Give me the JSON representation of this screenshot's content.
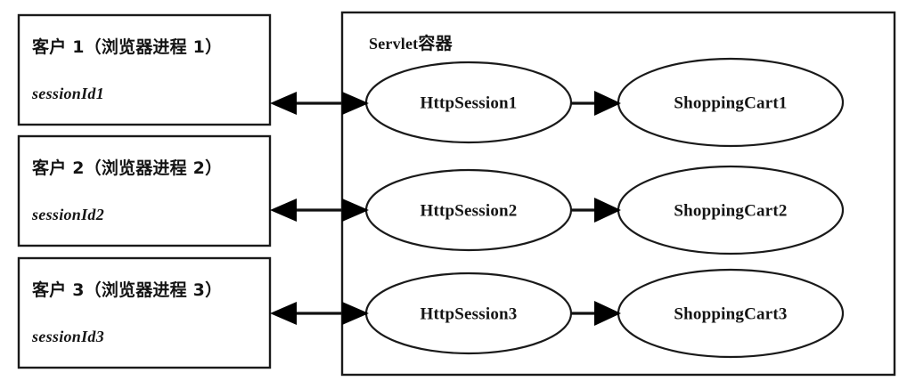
{
  "diagram": {
    "title_text": "Servlet容器",
    "title_latin": "Servlet",
    "title_cjk": "容器",
    "background_color": "#ffffff",
    "stroke_color": "#1a1a1a",
    "arrow_color": "#000000"
  },
  "clients": [
    {
      "title": "客户 1（浏览器进程 1）",
      "session_id": "sessionId1"
    },
    {
      "title": "客户 2（浏览器进程 2）",
      "session_id": "sessionId2"
    },
    {
      "title": "客户 3（浏览器进程 3）",
      "session_id": "sessionId3"
    }
  ],
  "sessions": [
    {
      "label": "HttpSession1"
    },
    {
      "label": "HttpSession2"
    },
    {
      "label": "HttpSession3"
    }
  ],
  "carts": [
    {
      "label": "ShoppingCart1"
    },
    {
      "label": "ShoppingCart2"
    },
    {
      "label": "ShoppingCart3"
    }
  ],
  "connections": {
    "client_to_session": "bidirectional",
    "session_to_cart": "unidirectional"
  }
}
